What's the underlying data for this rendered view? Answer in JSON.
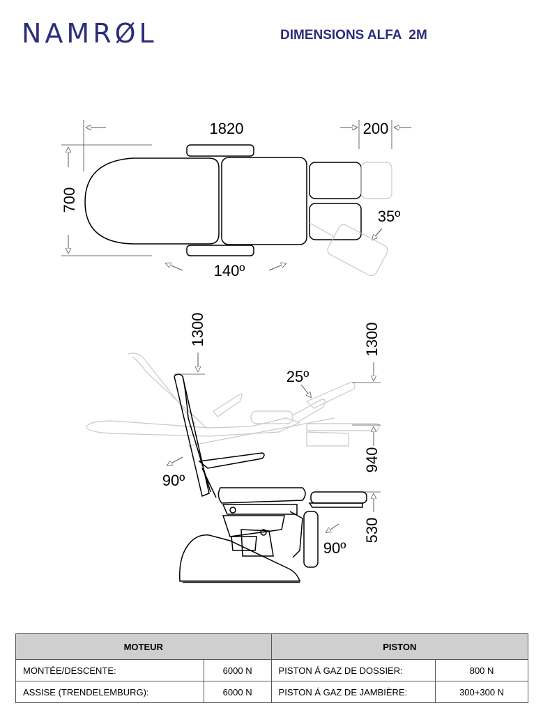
{
  "header": {
    "logo": "NAMRØL",
    "title": "DIMENSIONS ALFA  2M"
  },
  "top_view": {
    "length": "1820",
    "width": "700",
    "leg_extension": "200",
    "leg_angle": "35º",
    "arm_rotation": "140º"
  },
  "side_view": {
    "backrest_height": "1300",
    "max_height": "1300",
    "seat_max_height": "940",
    "seat_min_height": "530",
    "leg_tilt": "25º",
    "backrest_angle": "90º",
    "legrest_angle": "90º"
  },
  "specs_table": {
    "headers": [
      "MOTEUR",
      "PISTON"
    ],
    "rows": [
      [
        "MONTÉE/DESCENTE:",
        "6000 N",
        "PISTON Á GAZ DE DOSSIER:",
        "800 N"
      ],
      [
        "ASSISE (TRENDELEMBURG):",
        "6000 N",
        "PISTON Á GAZ DE JAMBIÈRE:",
        "300+300 N"
      ]
    ]
  },
  "colors": {
    "brand": "#2c2d7a",
    "line": "#000000",
    "ghost": "#c8c8c8",
    "table_header": "#cfcfcf"
  }
}
